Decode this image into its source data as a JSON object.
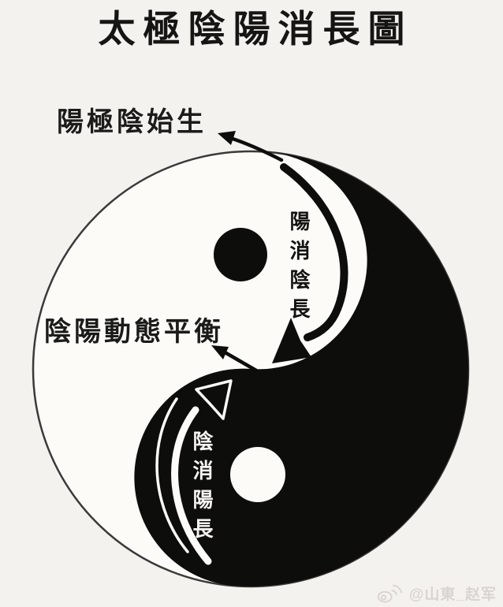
{
  "title": "太極陰陽消長圖",
  "annotations": {
    "top_label": "陽極陰始生",
    "center_label": "陰陽動態平衡",
    "yang_wanes": "陽消陰長",
    "yin_wanes": "陰消陽長"
  },
  "watermark": {
    "text": "@山東_赵军",
    "icon": "weibo-icon"
  },
  "colors": {
    "ink": "#0d0d0c",
    "paper": "#f4f2ee",
    "circle_fill": "#fcfbf8",
    "circle_outline": "#3a3a38",
    "watermark_gray": "#d8d5d1"
  }
}
